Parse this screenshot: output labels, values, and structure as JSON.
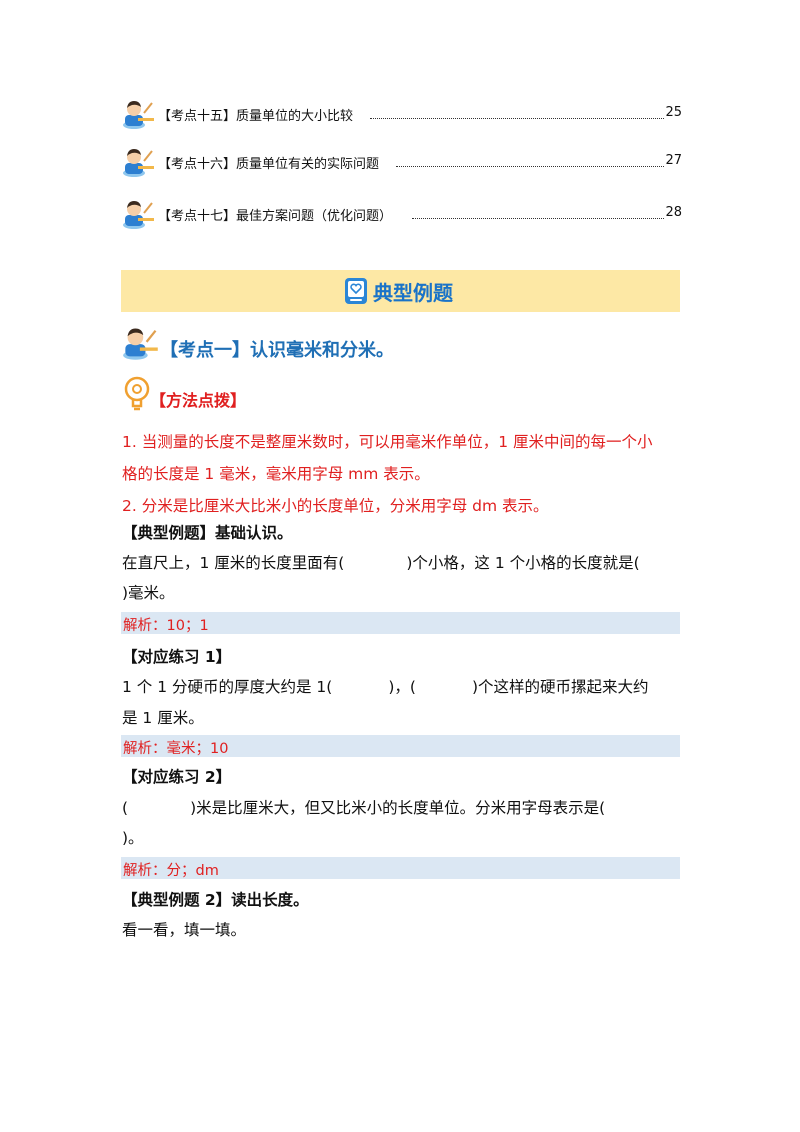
{
  "toc": [
    {
      "label": "【考点十五】质量单位的大小比较",
      "page": "25"
    },
    {
      "label": "【考点十六】质量单位有关的实际问题",
      "page": "27"
    },
    {
      "label": "【考点十七】最佳方案问题（优化问题）",
      "page": "28"
    }
  ],
  "section": {
    "title": "典型例题"
  },
  "kaodian": {
    "title": "【考点一】认识毫米和分米。"
  },
  "method": {
    "title": "【方法点拨】",
    "line1": "1. 当测量的长度不是整厘米数时，可以用毫米作单位，1 厘米中间的每一个小",
    "line2": "格的长度是 1 毫米，毫米用字母 mm 表示。",
    "line3": "2. 分米是比厘米大比米小的长度单位，分米用字母 dm 表示。"
  },
  "example1": {
    "heading": "【典型例题】基础认识。",
    "line1a": "在直尺上，1 厘米的长度里面有(",
    "line1b": ")个小格，这 1 个小格的长度就是(",
    "line2": ")毫米。",
    "answer": "解析：10；1"
  },
  "practice1": {
    "heading": "【对应练习 1】",
    "line1a": "1 个 1 分硬币的厚度大约是 1(",
    "line1b": ")，(",
    "line1c": ")个这样的硬币摞起来大约",
    "line2": "是 1 厘米。",
    "answer": "解析：毫米；10"
  },
  "practice2": {
    "heading": "【对应练习 2】",
    "line1a": "(",
    "line1b": ")米是比厘米大，但又比米小的长度单位。分米用字母表示是(",
    "line2": ")。",
    "answer": "解析：分；dm"
  },
  "example2": {
    "heading": "【典型例题 2】读出长度。",
    "line1": "看一看，填一填。"
  }
}
